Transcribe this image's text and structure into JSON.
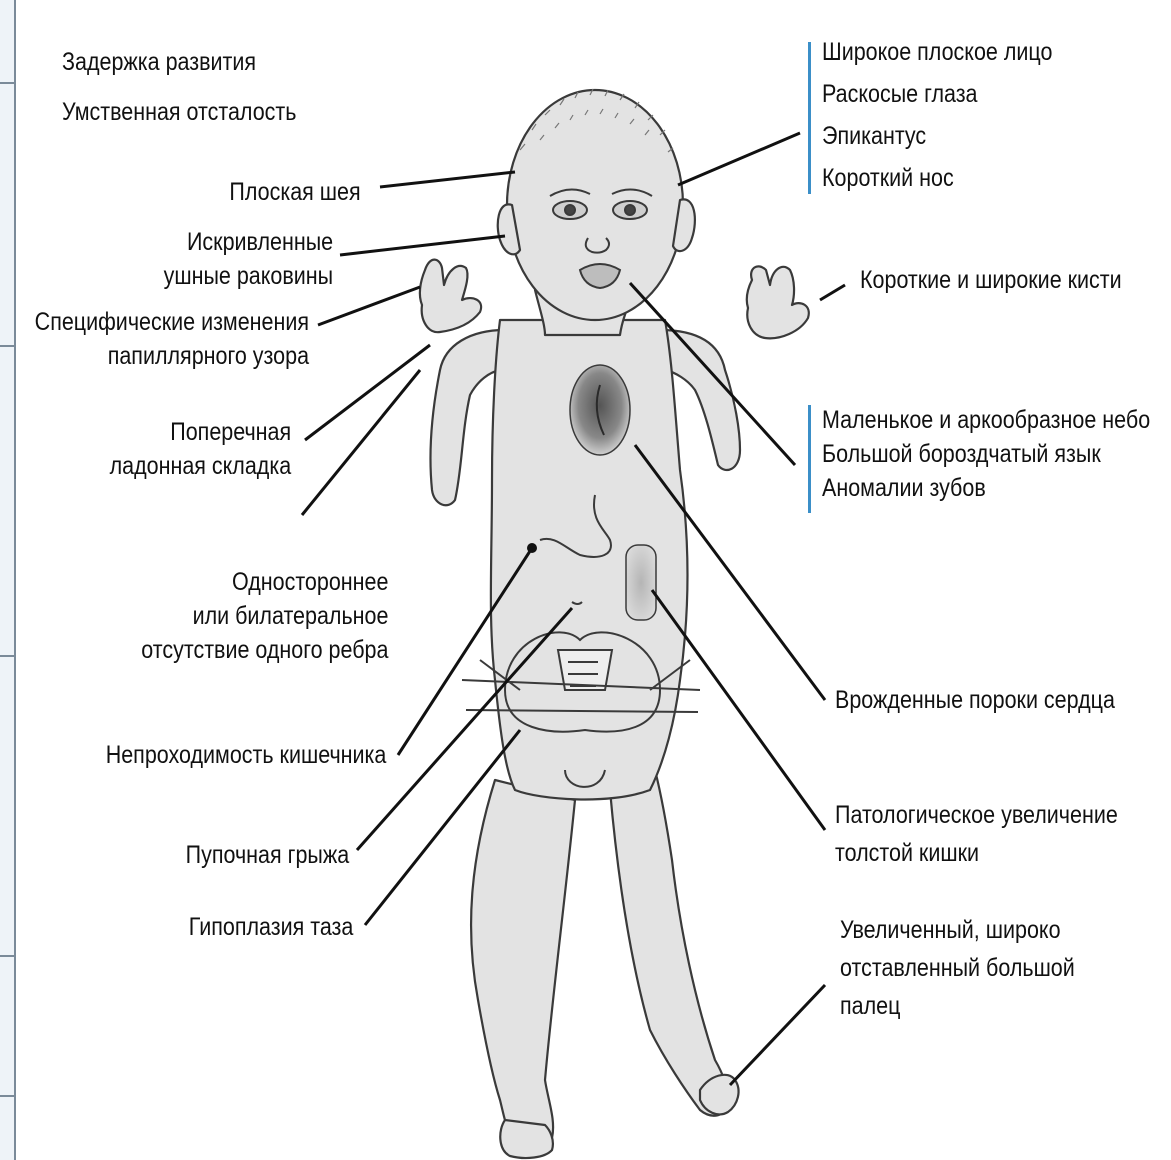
{
  "labels": {
    "delay": "Задержка развития",
    "retard": "Умственная отсталость",
    "flat_neck": "Плоская шея",
    "ears_1": "Искривленные",
    "ears_2": "ушные раковины",
    "palm_pat_1": "Специфические изменения",
    "palm_pat_2": "папиллярного узора",
    "crease_1": "Поперечная",
    "crease_2": "ладонная складка",
    "rib_1": "Одностороннее",
    "rib_2": "или билатеральное",
    "rib_3": "отсутствие одного ребра",
    "intestinal": "Непроходимость кишечника",
    "hernia": "Пупочная грыжа",
    "pelvis": "Гипоплазия таза",
    "face_1": "Широкое плоское лицо",
    "face_2": "Раскосые глаза",
    "face_3": "Эпикантус",
    "face_4": "Короткий нос",
    "hands": "Короткие и широкие кисти",
    "mouth_1": "Маленькое и аркообразное небо",
    "mouth_2": "Большой бороздчатый язык",
    "mouth_3": "Аномалии зубов",
    "heart": "Врожденные пороки сердца",
    "colon_1": "Патологическое увеличение",
    "colon_2": "толстой кишки",
    "toe_1": "Увеличенный, широко",
    "toe_2": "отставленный большой",
    "toe_3": "палец"
  },
  "colors": {
    "accent_bar": "#3b8fc8",
    "body_fill": "#e3e3e3",
    "outline": "#3a3a3a",
    "leader": "#111111"
  }
}
